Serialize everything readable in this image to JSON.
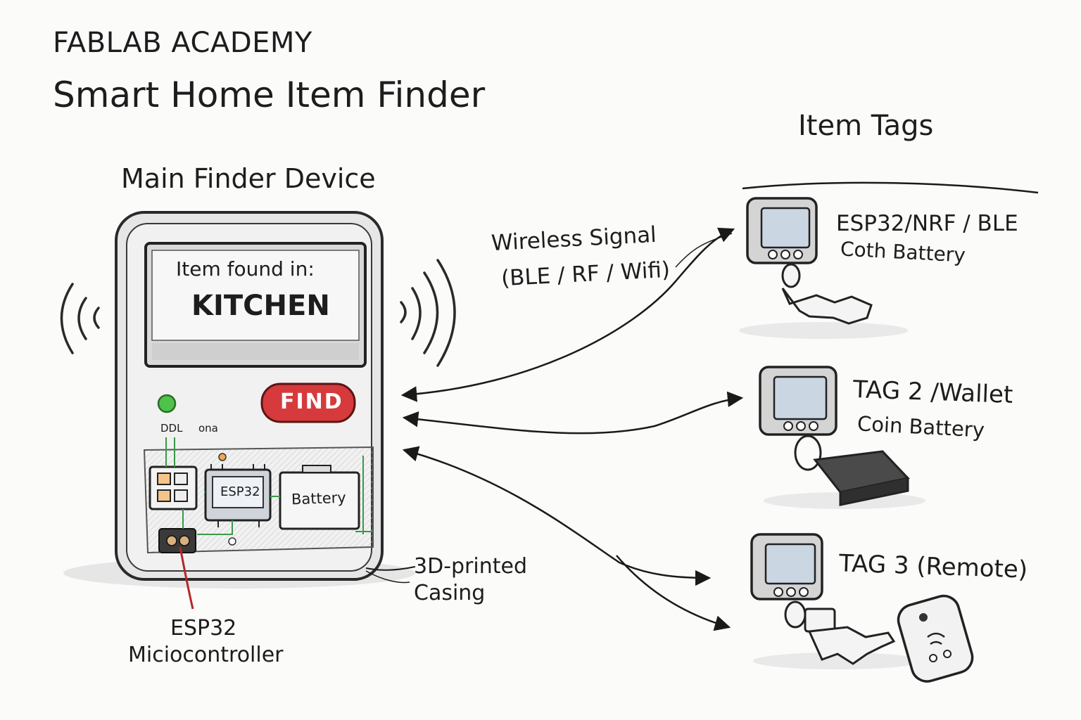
{
  "header": {
    "brand": "FABLAB ACADEMY",
    "title": "Smart Home Item Finder"
  },
  "main_device": {
    "label": "Main Finder Device",
    "screen_label": "Item found in:",
    "screen_room": "KITCHEN",
    "find_button": "FIND",
    "pin_labels": [
      "DDL",
      "ona"
    ],
    "chip_label": "ESP32",
    "battery_label": "Battery",
    "led_color": "#4fc24a",
    "find_color": "#d63a3c"
  },
  "annotations": {
    "wireless_line1": "Wireless Signal",
    "wireless_line2": "(BLE / RF / Wifi)",
    "casing_line1": "3D-printed",
    "casing_line2": "Casing",
    "mcu_line1": "ESP32",
    "mcu_line2": "Miciocontroller"
  },
  "item_tags": {
    "heading": "Item Tags",
    "tags": [
      {
        "line1": "ESP32/NRF / BLE",
        "line2": "Coth Battery",
        "icon": "keys-icon"
      },
      {
        "line1": "TAG 2 /Wallet",
        "line2": "Coin Battery",
        "icon": "wallet-icon"
      },
      {
        "line1": "TAG 3 (Remote)",
        "line2": "",
        "icon": "remote-icon"
      }
    ]
  }
}
